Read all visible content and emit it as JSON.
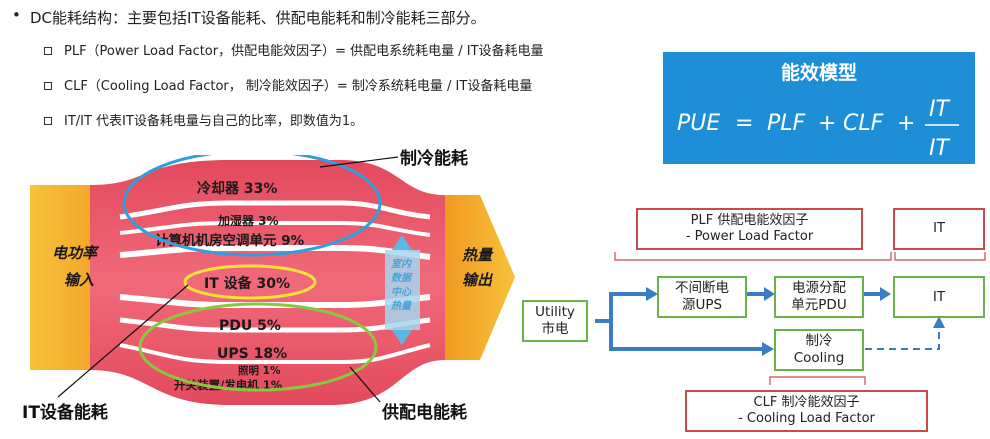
{
  "text": {
    "bullet": "DC能耗结构：主要包括IT设备能耗、供配电能耗和制冷能耗三部分。",
    "sub1": "PLF（Power Load Factor，供配电能效因子）= 供配电系统耗电量 / IT设备耗电量",
    "sub2": "CLF（Cooling Load Factor， 制冷能效因子）= 制冷系统耗电量 / IT设备耗电量",
    "sub3": "IT/IT 代表IT设备耗电量与自己的比率，即数值为1。"
  },
  "pue": {
    "title": "能效模型",
    "lhs": "PUE",
    "eq": "=",
    "t1": "PLF",
    "plus1": "+",
    "t2": "CLF",
    "plus2": "+",
    "num": "IT",
    "den": "IT"
  },
  "sankey": {
    "input": [
      "电功率",
      "输入"
    ],
    "output": [
      "热量",
      "输出"
    ],
    "items": {
      "chiller": "冷却器 33%",
      "humidifier": "加湿器 3%",
      "crac": "计算机机房空调单元 9%",
      "it": "IT 设备 30%",
      "pdu": "PDU 5%",
      "ups": "UPS 18%",
      "lighting": "照明 1%",
      "switchgear": "开关装置/发电机 1%"
    },
    "indoor": [
      "室内",
      "数据",
      "中心",
      "热量"
    ],
    "callouts": {
      "cooling": "制冷能耗",
      "it": "IT设备能耗",
      "power": "供配电能耗"
    }
  },
  "flow": {
    "plf": [
      "PLF 供配电能效因子",
      "- Power Load Factor"
    ],
    "clf": [
      "CLF 制冷能效因子",
      "- Cooling Load Factor"
    ],
    "it_top": "IT",
    "utility": [
      "Utility",
      "市电"
    ],
    "ups": [
      "不间断电",
      "源UPS"
    ],
    "pdu": [
      "电源分配",
      "单元PDU"
    ],
    "it": "IT",
    "cooling": [
      "制冷",
      "Cooling"
    ]
  }
}
